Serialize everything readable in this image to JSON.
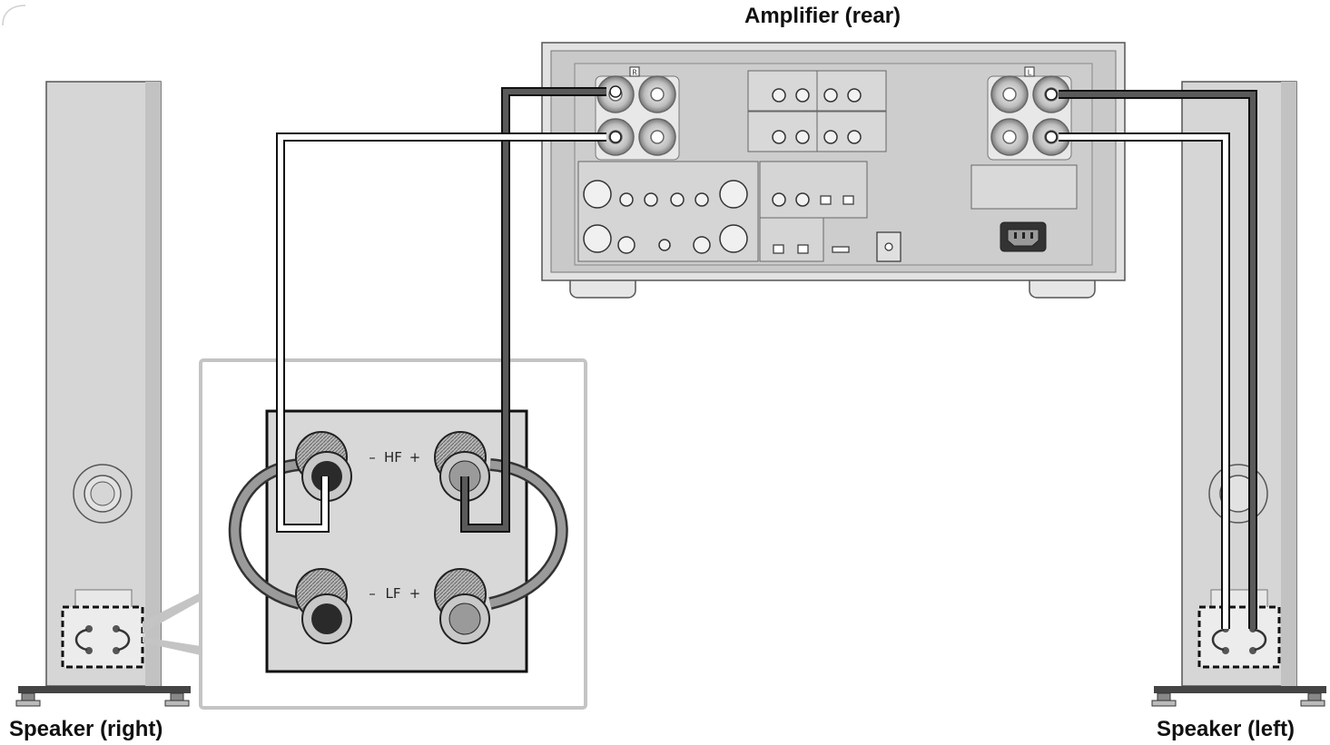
{
  "labels": {
    "amplifier": "Amplifier (rear)",
    "speaker_right": "Speaker (right)",
    "speaker_left": "Speaker (left)"
  },
  "terminals": {
    "hf": "HF",
    "lf": "LF",
    "minus": "–",
    "plus": "+"
  },
  "amp_badges": {
    "right": "R",
    "left": "L"
  },
  "colors": {
    "cable_dark": "#555555",
    "cable_light": "#ffffff",
    "panel": "#d8d8d8",
    "speaker_body": "#d4d4d4",
    "amp_body": "#cfcfcf"
  }
}
